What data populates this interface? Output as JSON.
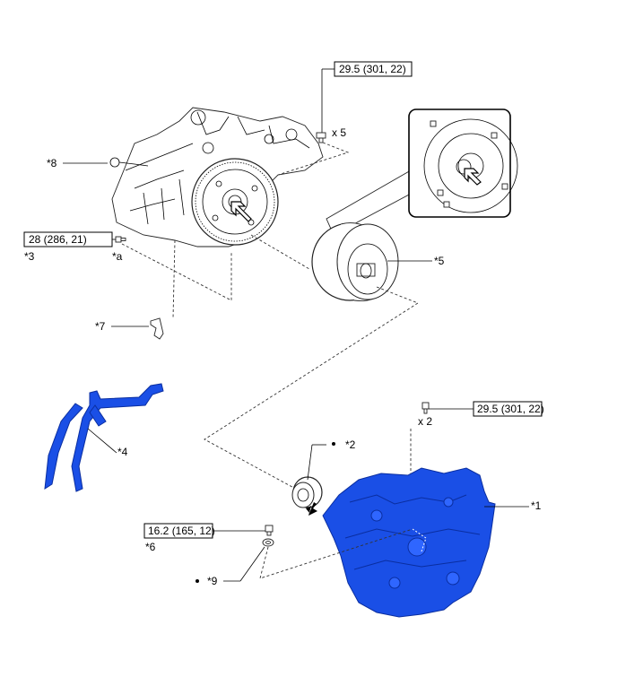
{
  "colors": {
    "highlight_blue": "#1a4fe6",
    "highlight_blue_dark": "#0a2ea0",
    "line": "#000000"
  },
  "labels": {
    "p1": "*1",
    "p2": "*2",
    "p3": "*3",
    "p4": "*4",
    "p5": "*5",
    "p6": "*6",
    "p7": "*7",
    "p8": "*8",
    "p9": "*9",
    "a": "*a",
    "x5": "x 5",
    "x2": "x 2",
    "torque_top": "29.5 (301, 22)",
    "torque_left": "28 (286, 21)",
    "torque_right": "29.5 (301, 22)",
    "torque_bottom": "16.2 (165, 12)"
  }
}
